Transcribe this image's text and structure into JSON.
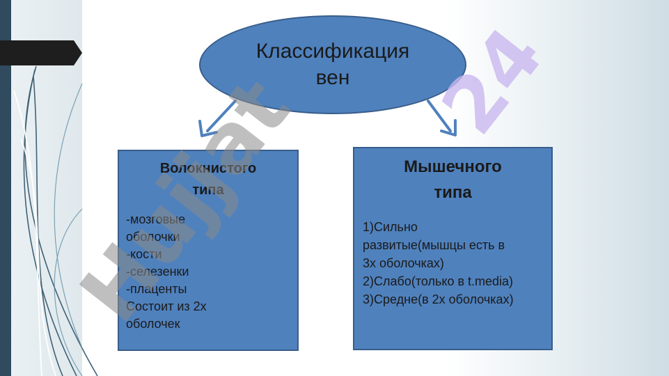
{
  "diagram": {
    "root": {
      "label": "Классификация\nвен"
    },
    "branches": [
      {
        "title": "Волокнистого\nтипа",
        "items": [
          "-мозговые\nоболочки",
          "-кости",
          "-селезенки",
          "-плаценты",
          "Состоит из 2х\nоболочек"
        ]
      },
      {
        "title": "Мышечного\nтипа",
        "items": [
          "1)Сильно\nразвитые(мышцы есть в\n3х оболочках)",
          "2)Слабо(только в t.media)",
          "3)Средне(в 2х оболочках)"
        ]
      }
    ]
  },
  "watermark": {
    "text": "Hujjat",
    "number": "24"
  },
  "colors": {
    "box_fill": "#4f81bd",
    "box_border": "#385d8a",
    "arrow": "#4f81bd",
    "left_band": "#2f4b5d",
    "tab": "#1e1e1e",
    "watermark_gray": "#8a8a8a",
    "watermark_lavender": "#c9b8ef"
  }
}
